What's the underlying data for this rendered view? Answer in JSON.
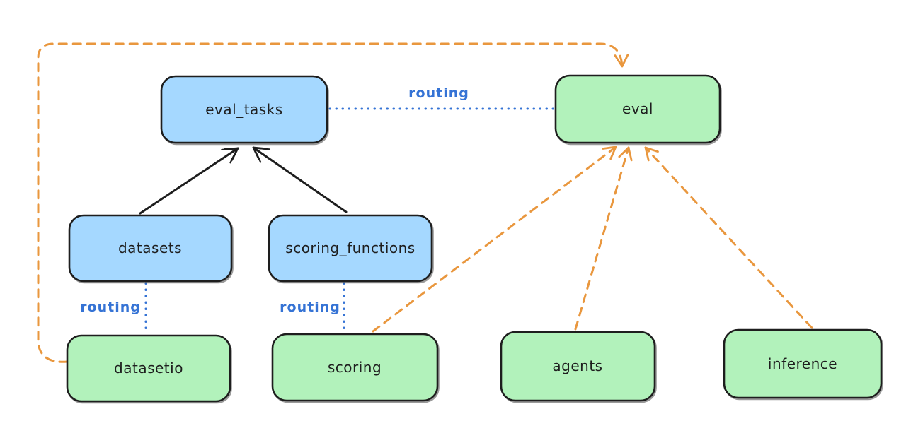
{
  "canvas": {
    "background": "#ffffff"
  },
  "colors": {
    "node_stroke": "#1e1e1e",
    "blue_fill": "#a5d8ff",
    "green_fill": "#b2f2bb",
    "routing_blue": "#3573d5",
    "provider_orange": "#e9973e",
    "black_arrow": "#1e1e1e"
  },
  "diagram": {
    "nodes": [
      {
        "id": "eval_tasks",
        "label": "eval_tasks",
        "kind": "blue"
      },
      {
        "id": "eval",
        "label": "eval",
        "kind": "green"
      },
      {
        "id": "datasets",
        "label": "datasets",
        "kind": "blue"
      },
      {
        "id": "scoring_functions",
        "label": "scoring_functions",
        "kind": "blue"
      },
      {
        "id": "datasetio",
        "label": "datasetio",
        "kind": "green"
      },
      {
        "id": "scoring",
        "label": "scoring",
        "kind": "green"
      },
      {
        "id": "agents",
        "label": "agents",
        "kind": "green"
      },
      {
        "id": "inference",
        "label": "inference",
        "kind": "green"
      }
    ],
    "edges": [
      {
        "from": "datasets",
        "to": "eval_tasks",
        "style": "solid",
        "color": "black",
        "label": ""
      },
      {
        "from": "scoring_functions",
        "to": "eval_tasks",
        "style": "solid",
        "color": "black",
        "label": ""
      },
      {
        "from": "eval_tasks",
        "to": "eval",
        "style": "dotted",
        "color": "blue",
        "label": "routing"
      },
      {
        "from": "datasets",
        "to": "datasetio",
        "style": "dotted",
        "color": "blue",
        "label": "routing"
      },
      {
        "from": "scoring_functions",
        "to": "scoring",
        "style": "dotted",
        "color": "blue",
        "label": "routing"
      },
      {
        "from": "datasetio",
        "to": "eval",
        "style": "dashed",
        "color": "orange",
        "label": ""
      },
      {
        "from": "scoring",
        "to": "eval",
        "style": "dashed",
        "color": "orange",
        "label": ""
      },
      {
        "from": "agents",
        "to": "eval",
        "style": "dashed",
        "color": "orange",
        "label": ""
      },
      {
        "from": "inference",
        "to": "eval",
        "style": "dashed",
        "color": "orange",
        "label": ""
      }
    ],
    "edge_labels": [
      {
        "text": "routing"
      },
      {
        "text": "routing"
      },
      {
        "text": "routing"
      }
    ]
  }
}
